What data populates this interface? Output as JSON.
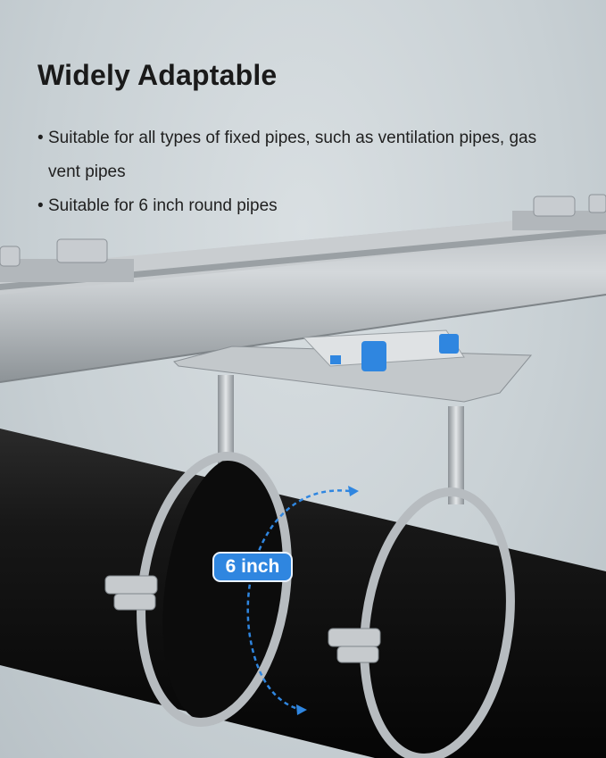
{
  "heading": "Widely Adaptable",
  "bullets": [
    "Suitable for all types of fixed pipes, such as ventilation pipes, gas vent pipes",
    "Suitable for 6 inch round pipes"
  ],
  "dimension_badge": "6 inch",
  "colors": {
    "accent_blue": "#2f86e0",
    "pipe": "#141414",
    "background": "#c8d0d4"
  }
}
